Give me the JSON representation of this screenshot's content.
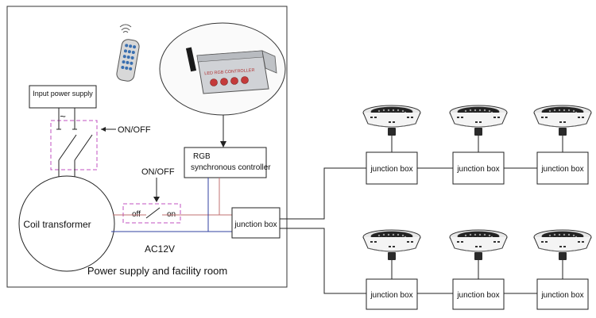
{
  "room": {
    "caption": "Power supply and facility room"
  },
  "input_power": {
    "label": "Input power supply",
    "symbol": "~"
  },
  "switch_main": {
    "label": "ON/OFF"
  },
  "switch_second": {
    "label": "ON/OFF",
    "off": "off",
    "on": "on"
  },
  "transformer": {
    "label": "Coil transformer"
  },
  "voltage": {
    "label": "AC12V"
  },
  "controller": {
    "line1": "RGB",
    "line2": "synchronous controller",
    "device_text": "LED RGB CONTROLLER"
  },
  "main_junction": {
    "label": "junction box"
  },
  "junctions": [
    {
      "label": "junction box"
    },
    {
      "label": "junction box"
    },
    {
      "label": "junction box"
    },
    {
      "label": "junction box"
    },
    {
      "label": "junction box"
    },
    {
      "label": "junction box"
    }
  ],
  "lamp_icon": "pool-light-icon",
  "remote_icon": "remote-control-icon",
  "colors": {
    "line": "#222222",
    "switch_dash": "#c050c0",
    "wire_blue": "#3040a0",
    "wire_red": "#c07070",
    "button_red": "#c43a3a"
  }
}
